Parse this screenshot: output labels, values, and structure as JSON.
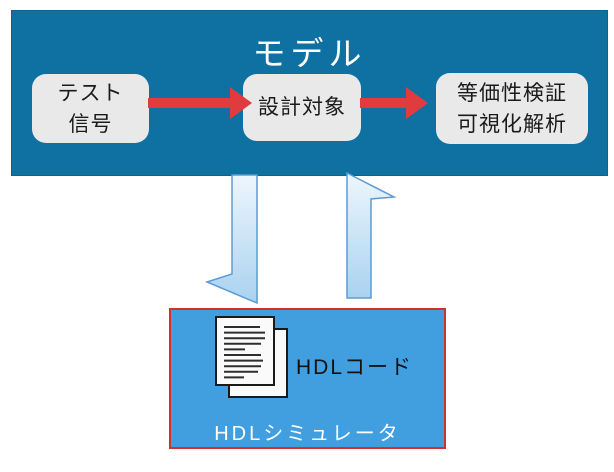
{
  "diagram": {
    "model_block": {
      "title": "モデル",
      "bg_color": "#0F71A2",
      "title_color": "#ffffff",
      "box_bg_color": "#E9E9E9",
      "box_text_color": "#1a1a1a",
      "boxes": [
        {
          "name": "test-signal",
          "lines": [
            "テスト",
            "信号"
          ]
        },
        {
          "name": "design-target",
          "lines": [
            "設計対象"
          ]
        },
        {
          "name": "verification-analysis",
          "lines": [
            "等価性検証",
            "可視化解析"
          ]
        }
      ]
    },
    "flow_arrows": {
      "color": "#E03C40",
      "description": "red right-arrows between model boxes"
    },
    "exchange_arrows": {
      "gradient_top": "#EDF6FD",
      "gradient_bottom": "#A9D2F0",
      "stroke": "#5B9BD5",
      "down_arrow": "model-to-simulator",
      "up_arrow": "simulator-to-model"
    },
    "simulator_block": {
      "code_label": "HDLコード",
      "label": "HDLシミュレータ",
      "bg_color": "#419FE0",
      "border_color": "#D32F2F",
      "label_color": "#ffffff",
      "code_label_color": "#111111",
      "icon": "document-stack-icon"
    }
  }
}
